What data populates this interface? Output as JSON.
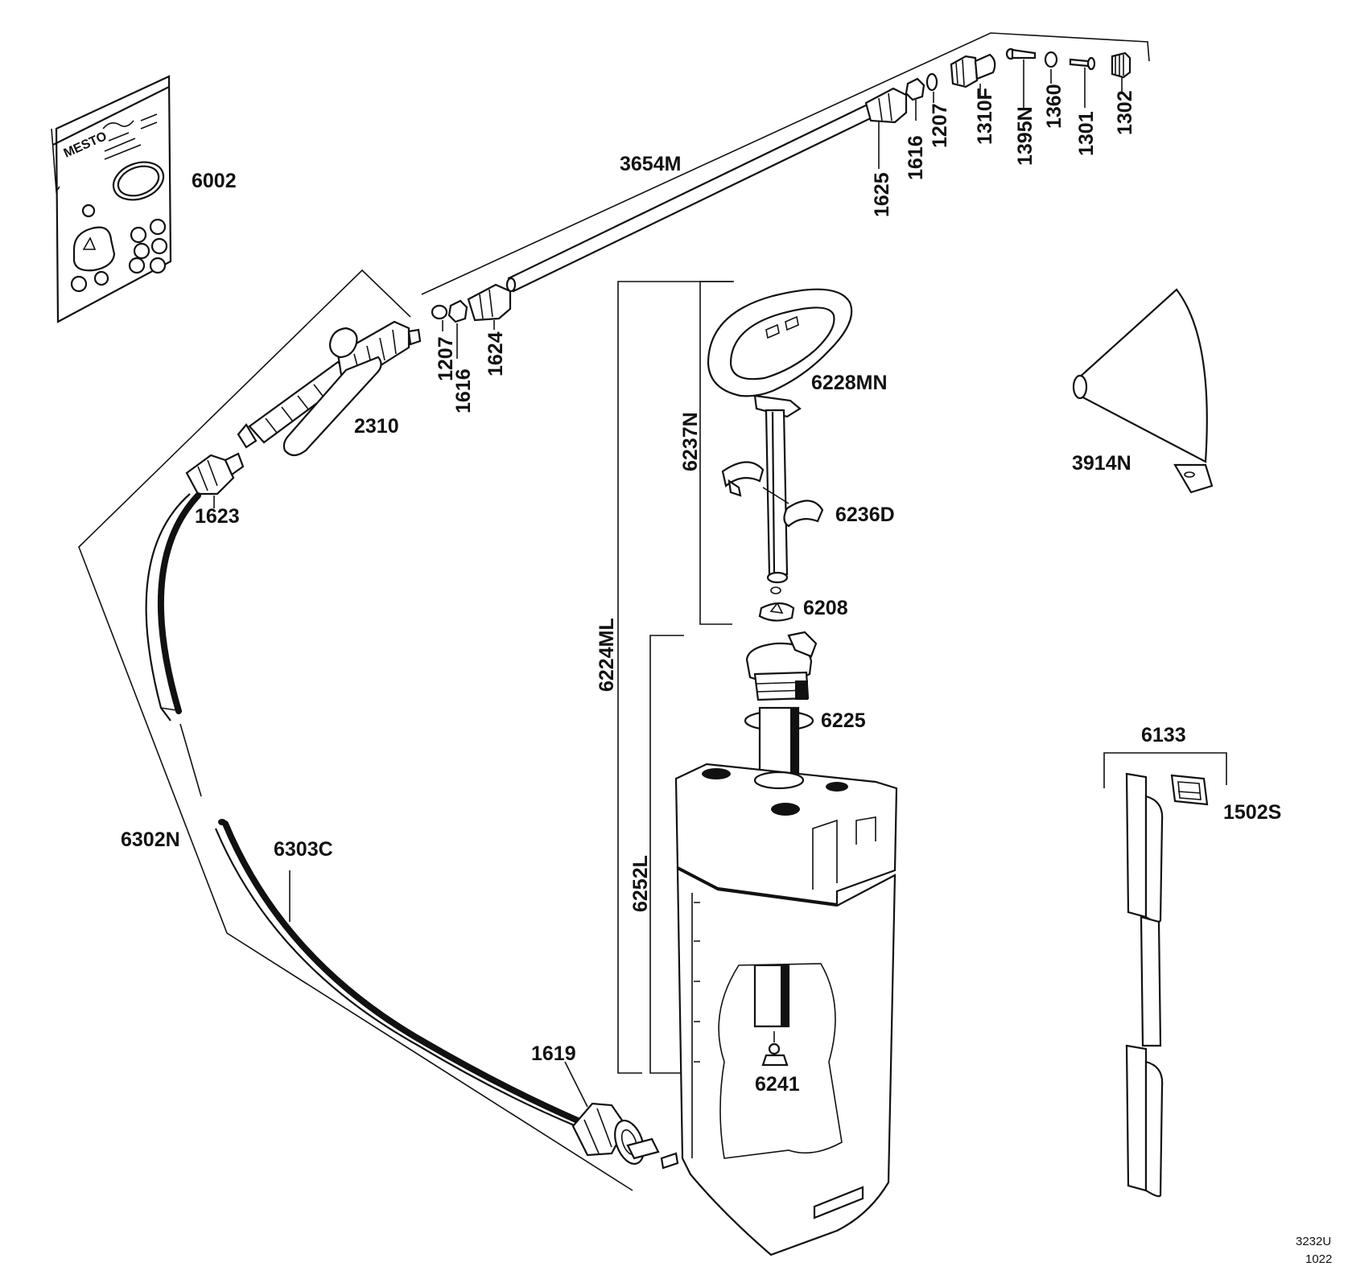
{
  "parts": {
    "p6002": "6002",
    "p3654M": "3654M",
    "p1625": "1625",
    "p1616_top": "1616",
    "p1207_top": "1207",
    "p1310F": "1310F",
    "p1395N": "1395N",
    "p1360": "1360",
    "p1301": "1301",
    "p1302": "1302",
    "p1207_mid": "1207",
    "p1616_mid": "1616",
    "p1624": "1624",
    "p2310": "2310",
    "p1623": "1623",
    "p6228MN": "6228MN",
    "p6237N": "6237N",
    "p6236D": "6236D",
    "p6208": "6208",
    "p6224ML": "6224ML",
    "p3914N": "3914N",
    "p6225": "6225",
    "p6252L": "6252L",
    "p6133": "6133",
    "p1502S": "1502S",
    "p6302N": "6302N",
    "p6303C": "6303C",
    "p1619": "1619",
    "p6241": "6241"
  },
  "packet_brand": "MESTO",
  "doc_code": "3232U",
  "doc_rev": "1022"
}
